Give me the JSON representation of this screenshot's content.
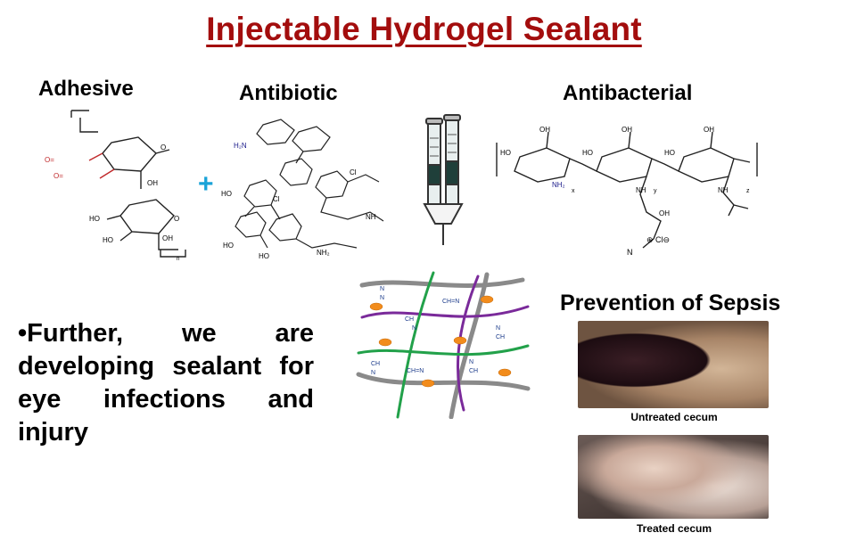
{
  "title": "Injectable Hydrogel Sealant",
  "sections": {
    "adhesive": "Adhesive",
    "antibiotic": "Antibiotic",
    "antibacterial": "Antibacterial",
    "sepsis": "Prevention of Sepsis"
  },
  "body_text": "•Further, we are developing sealant for eye infections and injury",
  "captions": {
    "untreated": "Untreated cecum",
    "treated": "Treated cecum"
  },
  "plus_sign": "+",
  "colors": {
    "title": "#a30d0d",
    "plus": "#1aa3d8",
    "network_green": "#22a14a",
    "network_purple": "#7a2a9a",
    "network_gray": "#8a8a8a",
    "drug_orange": "#f28c1c"
  }
}
